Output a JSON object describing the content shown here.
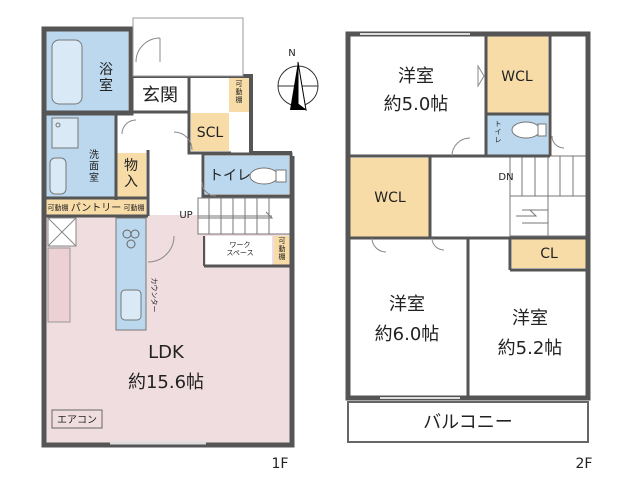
{
  "colors": {
    "wet": "#bcd8ee",
    "storage": "#f8dca8",
    "ldk": "#f0dde0",
    "plain": "#ffffff",
    "wall": "#555555"
  },
  "floor1": {
    "level_label": "1F",
    "rooms": {
      "bath": "浴\n室",
      "entrance": "玄関",
      "movable_shelf": "可\n動\n棚",
      "scl": "SCL",
      "toilet": "トイレ",
      "washroom": "洗\n面\n室",
      "storage": "物\n入",
      "pantry": "パントリー",
      "pantry_shelf_left": "可動棚",
      "pantry_shelf_right": "可動棚",
      "work_space": "ワーク\nスペース",
      "work_shelf": "可\n動\n棚",
      "counter": "カウンター",
      "ldk": "LDK",
      "ldk_size": "約15.6帖",
      "aircon": "エアコン",
      "stairs_up": "UP"
    }
  },
  "floor2": {
    "level_label": "2F",
    "rooms": {
      "room_a": "洋室",
      "room_a_size": "約5.0帖",
      "wcl_a": "WCL",
      "toilet": "ト\nイ\nレ",
      "wcl_b": "WCL",
      "room_b": "洋室",
      "room_b_size": "約6.0帖",
      "room_c": "洋室",
      "room_c_size": "約5.2帖",
      "cl": "CL",
      "balcony": "バルコニー",
      "stairs_down": "DN"
    }
  },
  "compass": {
    "north_label": "N"
  }
}
